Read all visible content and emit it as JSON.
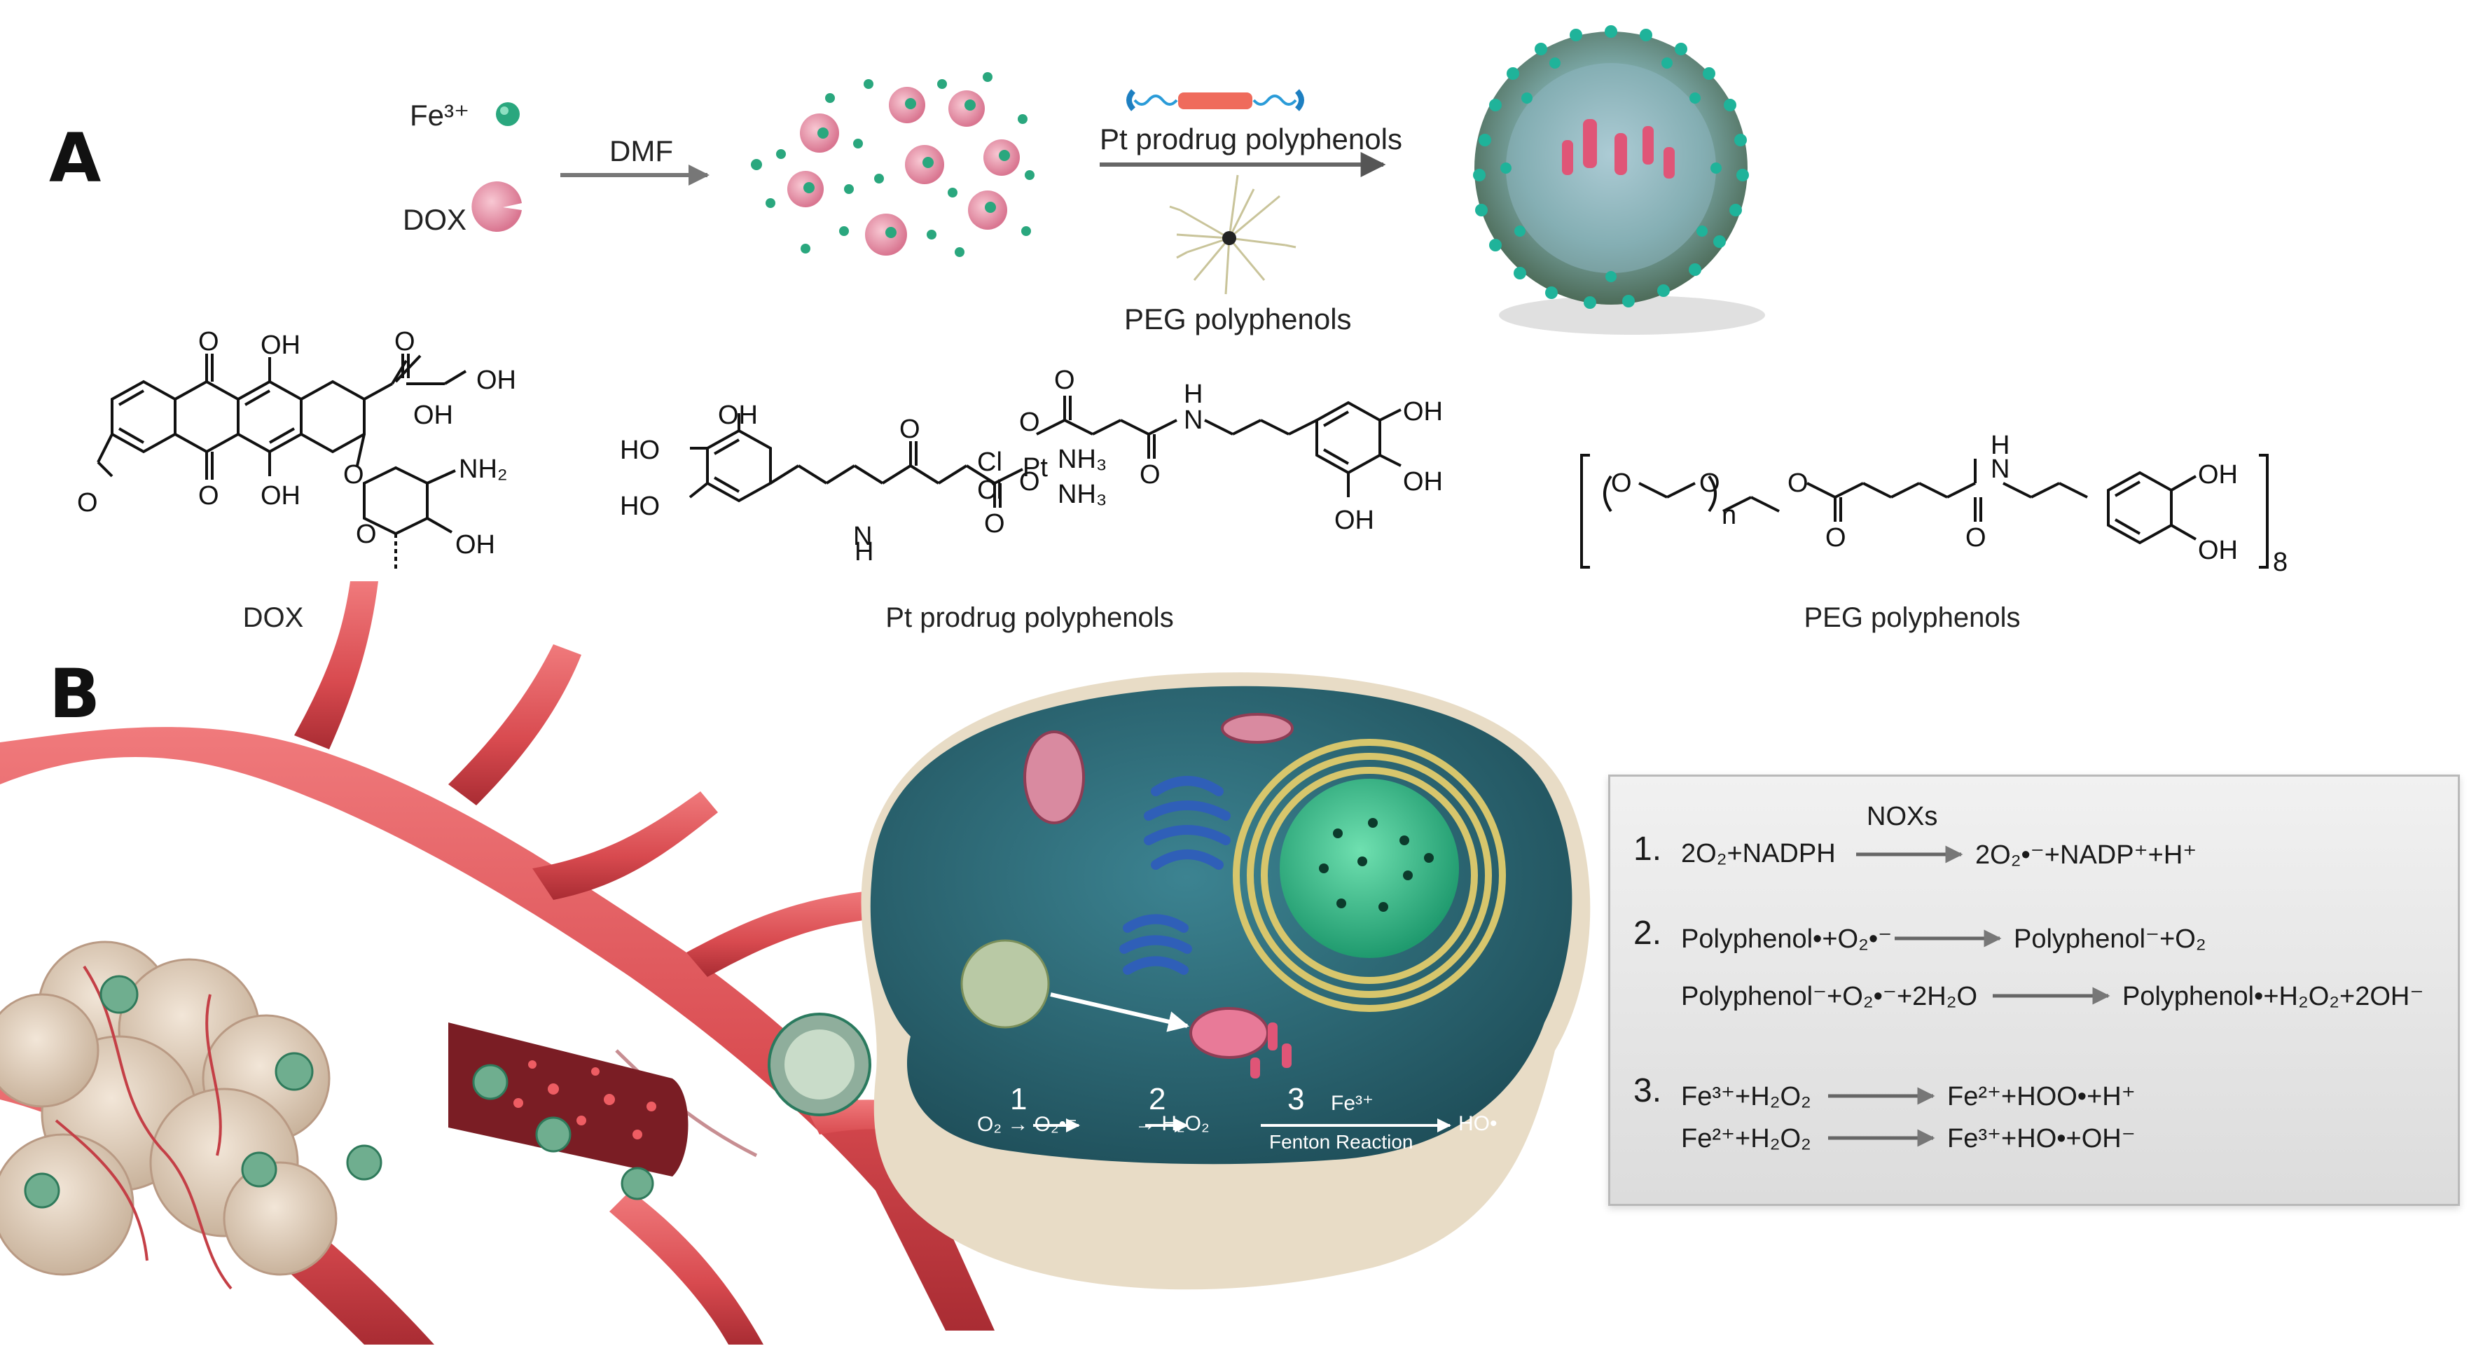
{
  "panel_a": {
    "letter": "A",
    "fe_label": "Fe³⁺",
    "dox_label": "DOX",
    "arrow1_label": "DMF",
    "arrow2_top_label": "Pt prodrug polyphenols",
    "arrow2_bottom_label": "PEG polyphenols",
    "structures": [
      {
        "caption": "DOX"
      },
      {
        "caption": "Pt prodrug polyphenols"
      },
      {
        "caption": "PEG polyphenols"
      }
    ]
  },
  "panel_b": {
    "letter": "B",
    "cell_labels": {
      "step1_num": "1",
      "step2_num": "2",
      "step3_num": "3",
      "step1_text": "O₂ → O₂•⁻",
      "step2_text": "→ H₂O₂",
      "fe_label": "Fe³⁺",
      "fenton": "Fenton Reaction",
      "ho_label": "HO•"
    },
    "equations": [
      {
        "num": "1.",
        "left": "2O₂+NADPH",
        "over": "NOXs",
        "right": "2O₂•⁻+NADP⁺+H⁺"
      },
      {
        "num": "2.",
        "left": "Polyphenol•+O₂•⁻",
        "right": "Polyphenol⁻+O₂"
      },
      {
        "num": "",
        "left": "Polyphenol⁻+O₂•⁻+2H₂O",
        "right": "Polyphenol•+H₂O₂+2OH⁻"
      },
      {
        "num": "3.",
        "left": "Fe³⁺+H₂O₂",
        "right": "Fe²⁺+HOO•+H⁺"
      },
      {
        "num": "",
        "left": "Fe²⁺+H₂O₂",
        "right": "Fe³⁺+HO•+OH⁻"
      }
    ]
  },
  "colors": {
    "dox_pink": "#e9a0b0",
    "fe_green": "#2aa77e",
    "vessel_red": "#d9454a",
    "cell_teal": "#2f6e7a",
    "nucleus_green": "#3fbf8f",
    "golgi_blue": "#2f5fb8"
  }
}
